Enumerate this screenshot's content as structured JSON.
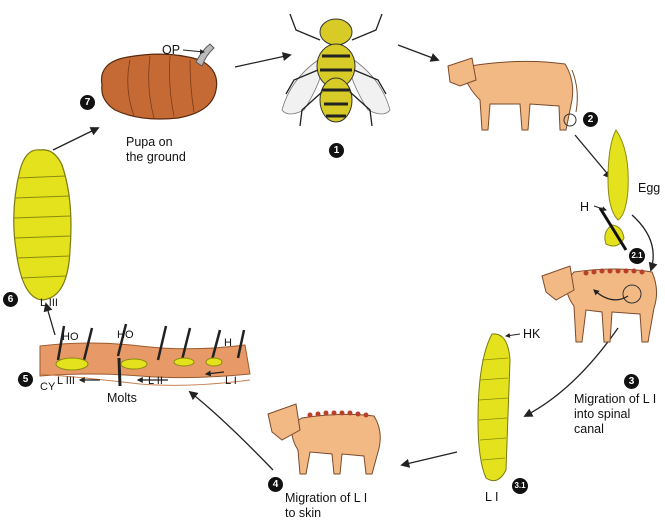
{
  "stages": {
    "s1": {
      "badge": "1"
    },
    "s2": {
      "badge": "2",
      "egg_label": "Egg",
      "hair_label": "H",
      "sub_badge": "2.1"
    },
    "s3": {
      "badge": "3",
      "caption_l1": "Migration of L I",
      "caption_l2": "into spinal",
      "caption_l3": "canal"
    },
    "s31": {
      "badge": "3.1",
      "larva_label": "L I",
      "hook_label": "HK"
    },
    "s4": {
      "badge": "4",
      "caption_l1": "Migration of L I",
      "caption_l2": "to skin"
    },
    "s5": {
      "badge": "5",
      "cyst_label": "CY",
      "molts_label": "Molts",
      "ho1": "HO",
      "ho2": "HO",
      "hair": "H",
      "l3": "L III",
      "l2": "L II",
      "l1": "L I"
    },
    "s6": {
      "badge": "6",
      "larva_label": "L III"
    },
    "s7": {
      "badge": "7",
      "op_label": "OP",
      "caption_l1": "Pupa on",
      "caption_l2": "the ground"
    }
  },
  "colors": {
    "larva": "#e4e21c",
    "cow": "#f2b985",
    "pupa": "#c66a35",
    "skin": "#e79a67",
    "spots": "#b8402a",
    "fly_yellow": "#d8cb28"
  }
}
